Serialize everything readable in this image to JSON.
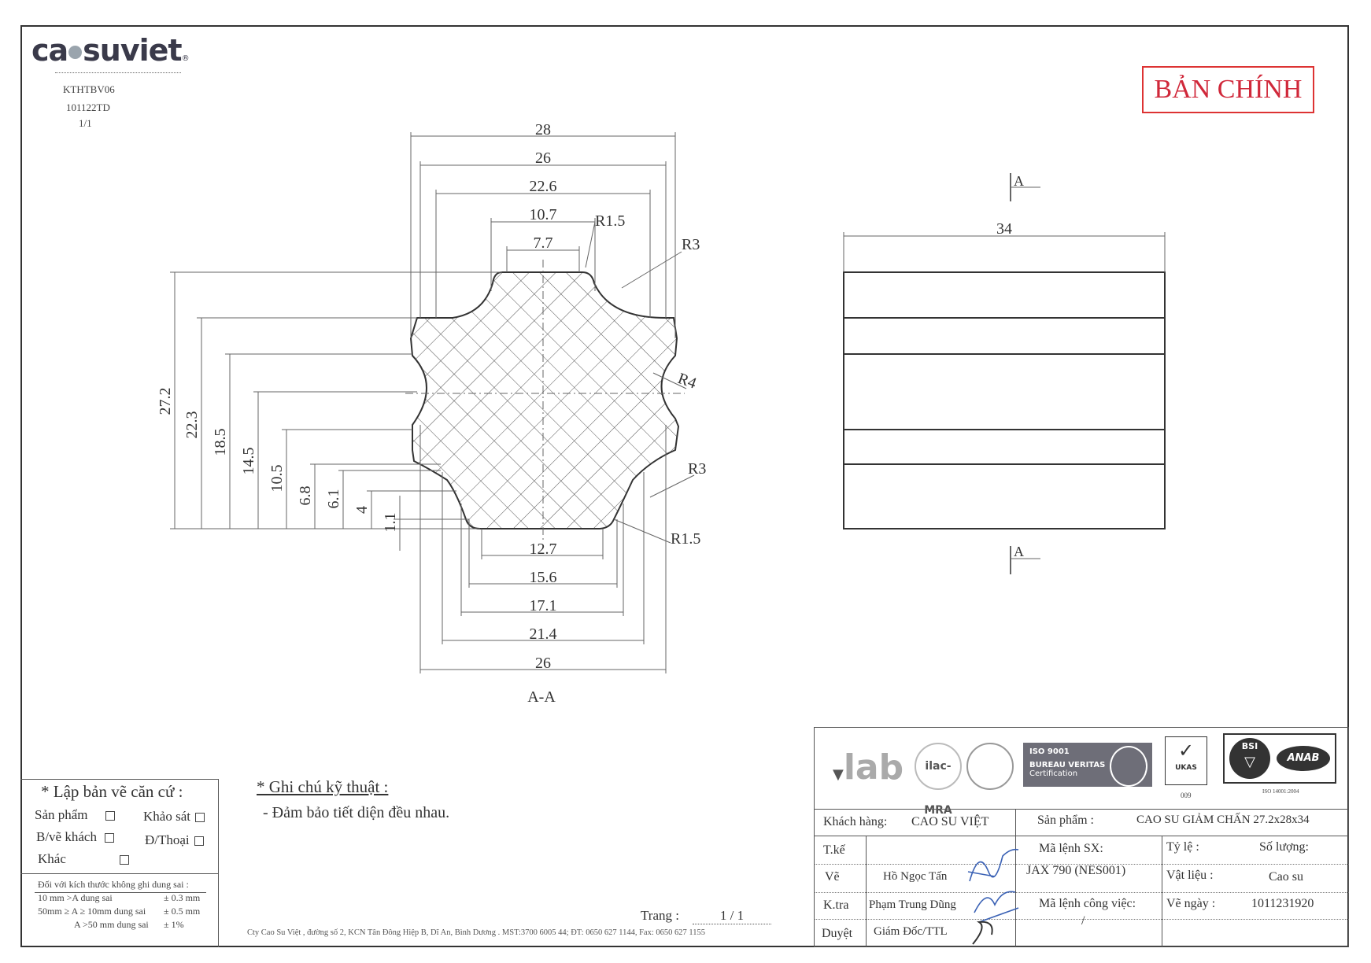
{
  "header": {
    "logo_left": "ca",
    "logo_right": "suviet",
    "form_code": "KTHTBV06",
    "doc_number": "101122TD",
    "sheet": "1/1",
    "stamp": "BẢN CHÍNH"
  },
  "drawing": {
    "section_label": "A-A",
    "section_marker": "A",
    "top_dims": [
      "28",
      "26",
      "22.6",
      "10.7",
      "7.7"
    ],
    "bottom_dims": [
      "12.7",
      "15.6",
      "17.1",
      "21.4",
      "26"
    ],
    "vertical_dims": [
      "27.2",
      "22.3",
      "18.5",
      "14.5",
      "10.5",
      "6.8",
      "6.1",
      "4",
      "1.1"
    ],
    "radii": [
      "R1.5",
      "R3",
      "R4",
      "R3",
      "R1.5"
    ],
    "side_width": "34"
  },
  "basis": {
    "title": "* Lập bản vẽ căn cứ :",
    "items": [
      "Sản phẩm",
      "Khảo sát",
      "B/vẽ khách",
      "Đ/Thoại",
      "Khác"
    ],
    "tolerance_title": "Đối với kích thước không ghi dung sai :",
    "tolerance_rows": [
      [
        "10 mm >A  dung sai",
        "± 0.3 mm"
      ],
      [
        "50mm ≥ A ≥ 10mm dung sai",
        "± 0.5 mm"
      ],
      [
        "A >50 mm dung sai",
        "± 1%"
      ]
    ]
  },
  "notes": {
    "title": "* Ghi chú kỹ thuật :",
    "line1": "- Đảm bảo tiết diện đều nhau."
  },
  "footer": {
    "page_label": "Trang :",
    "page_value": "1 / 1",
    "address": "Cty Cao Su Việt , đường số 2, KCN Tân Đông Hiệp B, Dĩ An, Bình Dương . MST:3700 6005 44; ĐT: 0650 627 1144, Fax: 0650 627 1155"
  },
  "cert_logos": [
    "lab",
    "ilac-MRA",
    "BUREAU VERITAS",
    "UKAS",
    "BSI",
    "ANAB"
  ],
  "cert_texts": {
    "bv_iso": "ISO 9001",
    "bv_name": "BUREAU VERITAS",
    "bv_sub": "Certification",
    "ukas_num": "009",
    "bsi_iso": "ISO 14001:2004"
  },
  "title_block": {
    "customer_label": "Khách hàng:",
    "customer": "CAO SU VIỆT",
    "product_label": "Sản phẩm   :",
    "product": "CAO SU GIẢM CHẤN 27.2x28x34",
    "tke_label": "T.kế",
    "ve_label": "Vẽ",
    "ve_name": "Hồ Ngọc Tấn",
    "ktra_label": "K.tra",
    "ktra_name": "Phạm Trung Dũng",
    "duyet_label": "Duyệt",
    "duyet_name": "Giám  Đốc/TTL",
    "order_label": "Mã lệnh SX:",
    "order_value": "JAX 790 (NES001)",
    "job_label": "Mã lệnh công việc:",
    "job_value": "/",
    "scale_label": "Tỷ lệ       :",
    "qty_label": "Số lượng:",
    "material_label": "Vật liệu   :",
    "material": "Cao su",
    "date_label": "Vẽ  ngày  :",
    "date": "1011231920"
  }
}
